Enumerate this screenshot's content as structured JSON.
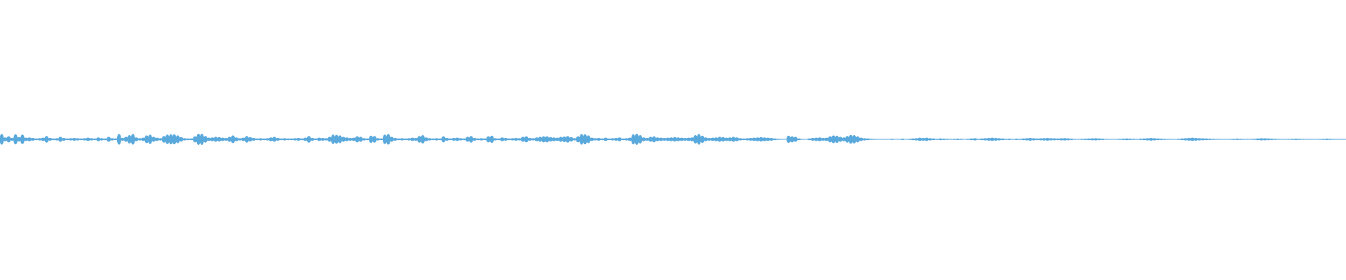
{
  "waveform": {
    "color": "#5aa9dc",
    "background": "#ffffff",
    "amplitudes": [
      0.95,
      0.35,
      0.55,
      0.25,
      0.9,
      0.4,
      0.85,
      0.3,
      0.35,
      0.25,
      0.15,
      0.2,
      0.3,
      0.6,
      0.25,
      0.15,
      0.2,
      0.45,
      0.25,
      0.15,
      0.2,
      0.25,
      0.2,
      0.15,
      0.2,
      0.3,
      0.2,
      0.15,
      0.35,
      0.2,
      0.15,
      0.45,
      0.2,
      0.15,
      0.95,
      0.25,
      0.45,
      0.75,
      0.95,
      0.35,
      0.2,
      0.3,
      0.7,
      0.85,
      0.45,
      0.3,
      0.2,
      0.6,
      0.85,
      0.9,
      0.9,
      0.7,
      0.4,
      0.2,
      0.15,
      0.15,
      0.55,
      1.0,
      1.0,
      0.6,
      0.3,
      0.35,
      0.45,
      0.4,
      0.3,
      0.25,
      0.45,
      0.7,
      0.35,
      0.2,
      0.3,
      0.6,
      0.4,
      0.25,
      0.15,
      0.2,
      0.15,
      0.2,
      0.35,
      0.45,
      0.25,
      0.15,
      0.2,
      0.15,
      0.15,
      0.2,
      0.25,
      0.15,
      0.3,
      0.6,
      0.25,
      0.15,
      0.3,
      0.25,
      0.2,
      0.45,
      0.85,
      0.8,
      0.7,
      0.45,
      0.35,
      0.25,
      0.3,
      0.55,
      0.45,
      0.2,
      0.15,
      0.65,
      0.6,
      0.2,
      0.15,
      0.85,
      0.95,
      0.45,
      0.25,
      0.15,
      0.2,
      0.15,
      0.2,
      0.3,
      0.25,
      0.6,
      0.75,
      0.35,
      0.2,
      0.15,
      0.2,
      0.15,
      0.55,
      0.25,
      0.15,
      0.25,
      0.3,
      0.2,
      0.15,
      0.45,
      0.6,
      0.25,
      0.15,
      0.2,
      0.15,
      0.55,
      0.65,
      0.2,
      0.15,
      0.35,
      0.25,
      0.15,
      0.2,
      0.25,
      0.2,
      0.45,
      0.55,
      0.25,
      0.2,
      0.35,
      0.45,
      0.55,
      0.55,
      0.4,
      0.35,
      0.3,
      0.45,
      0.5,
      0.6,
      0.4,
      0.2,
      0.55,
      0.95,
      0.9,
      0.7,
      0.3,
      0.2,
      0.25,
      0.15,
      0.3,
      0.15,
      0.2,
      0.25,
      0.35,
      0.15,
      0.2,
      0.3,
      0.9,
      1.0,
      0.75,
      0.35,
      0.25,
      0.45,
      0.55,
      0.35,
      0.3,
      0.25,
      0.3,
      0.35,
      0.4,
      0.35,
      0.3,
      0.25,
      0.3,
      0.35,
      0.75,
      0.95,
      0.65,
      0.35,
      0.25,
      0.3,
      0.35,
      0.45,
      0.4,
      0.3,
      0.35,
      0.45,
      0.35,
      0.2,
      0.15,
      0.2,
      0.25,
      0.3,
      0.35,
      0.4,
      0.35,
      0.3,
      0.25,
      0.15,
      0.1,
      0.05,
      0.0,
      0.65,
      0.55,
      0.45,
      0.15,
      0.05,
      0.0,
      0.15,
      0.25,
      0.3,
      0.35,
      0.25,
      0.3,
      0.55,
      0.7,
      0.65,
      0.45,
      0.35,
      0.6,
      0.8,
      0.75,
      0.55,
      0.3,
      0.2,
      0.15,
      0.1,
      0.08,
      0.05,
      0.0,
      0.0,
      0.0,
      0.1,
      0.0,
      0.0,
      0.12,
      0.0,
      0.1,
      0.15,
      0.2,
      0.3,
      0.25,
      0.3,
      0.2,
      0.15,
      0.1,
      0.15,
      0.12,
      0.1,
      0.08,
      0.1,
      0.12,
      0.1,
      0.0,
      0.1,
      0.15,
      0.2,
      0.1,
      0.15,
      0.2,
      0.25,
      0.3,
      0.25,
      0.2,
      0.15,
      0.1,
      0.12,
      0.08,
      0.12,
      0.1,
      0.15,
      0.2,
      0.25,
      0.2,
      0.15,
      0.18,
      0.22,
      0.25,
      0.2,
      0.18,
      0.15,
      0.2,
      0.22,
      0.18,
      0.12,
      0.08,
      0.05,
      0.1,
      0.12,
      0.15,
      0.18,
      0.2,
      0.15,
      0.12,
      0.08,
      0.0,
      0.0,
      0.05,
      0.1,
      0.12,
      0.15,
      0.12,
      0.1,
      0.08,
      0.12,
      0.15,
      0.2,
      0.25,
      0.2,
      0.15,
      0.12,
      0.1,
      0.08,
      0.05,
      0.0,
      0.1,
      0.15,
      0.2,
      0.25,
      0.3,
      0.25,
      0.2,
      0.18,
      0.15,
      0.12,
      0.1,
      0.08,
      0.05,
      0.0,
      0.0,
      0.08,
      0.1,
      0.12,
      0.1,
      0.08,
      0.05,
      0.08,
      0.1,
      0.15,
      0.2,
      0.18,
      0.15,
      0.12,
      0.1,
      0.08,
      0.06,
      0.05,
      0.08,
      0.1,
      0.12,
      0.1,
      0.08,
      0.06,
      0.05,
      0.0,
      0.0,
      0.08,
      0.1,
      0.12,
      0.1,
      0.08,
      0.06,
      0.05,
      0.04
    ]
  }
}
